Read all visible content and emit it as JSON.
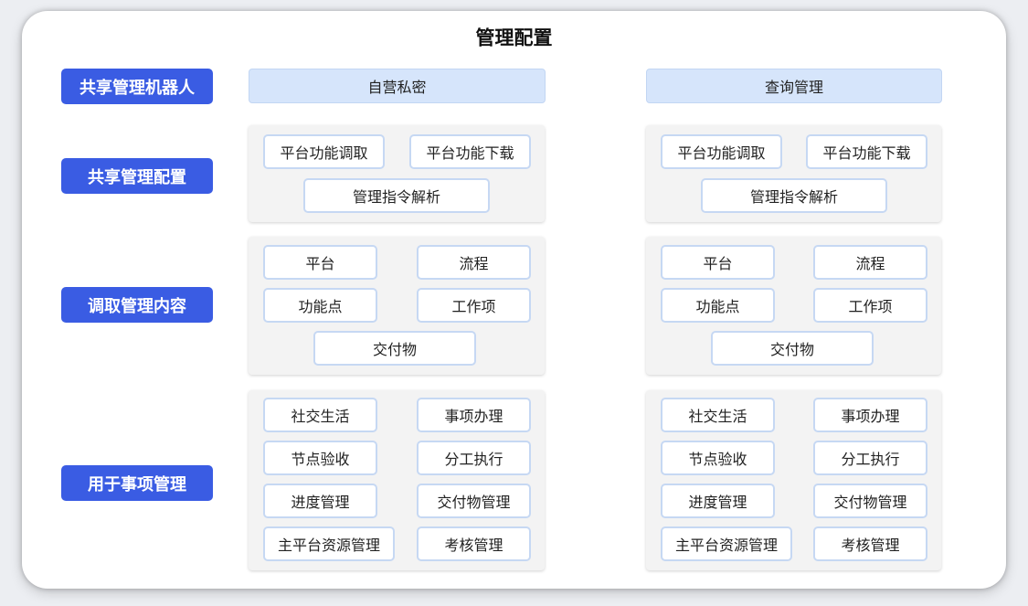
{
  "title": "管理配置",
  "row_labels": {
    "robot": "共享管理机器人",
    "config": "共享管理配置",
    "content": "调取管理内容",
    "usage": "用于事项管理"
  },
  "columns": [
    {
      "header": "自营私密",
      "config": [
        "平台功能调取",
        "平台功能下载",
        "管理指令解析"
      ],
      "content": [
        "平台",
        "流程",
        "功能点",
        "工作项",
        "交付物"
      ],
      "usage": [
        "社交生活",
        "事项办理",
        "节点验收",
        "分工执行",
        "进度管理",
        "交付物管理",
        "主平台资源管理",
        "考核管理"
      ]
    },
    {
      "header": "查询管理",
      "config": [
        "平台功能调取",
        "平台功能下载",
        "管理指令解析"
      ],
      "content": [
        "平台",
        "流程",
        "功能点",
        "工作项",
        "交付物"
      ],
      "usage": [
        "社交生活",
        "事项办理",
        "节点验收",
        "分工执行",
        "进度管理",
        "交付物管理",
        "主平台资源管理",
        "考核管理"
      ]
    }
  ],
  "colors": {
    "label_bg": "#3a5ce3",
    "header_bg": "#d6e5fb",
    "chip_border": "#c6d8f3",
    "panel_bg": "#f3f3f3"
  }
}
